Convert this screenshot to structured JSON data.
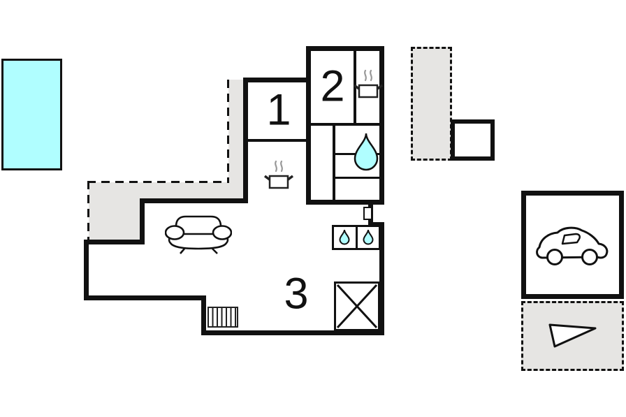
{
  "rooms": [
    {
      "label": "1"
    },
    {
      "label": "2"
    },
    {
      "label": "3"
    }
  ],
  "colors": {
    "wall": "#111111",
    "pool-fill": "#b0feff",
    "water-fill": "#b0feff",
    "terrace-fill": "#e6e5e3",
    "steam": "#999999",
    "fixture-stroke": "#222222"
  },
  "icons": {
    "pool": "swimming-pool-rectangle",
    "stove": "pot-with-steam",
    "water": "teardrop",
    "sofa": "sofa-outline",
    "radiator": "hatched-bar-grid",
    "shower": "crossed-square",
    "door": "door-opening",
    "car": "car-side-outline",
    "boat": "triangle-pennant"
  }
}
